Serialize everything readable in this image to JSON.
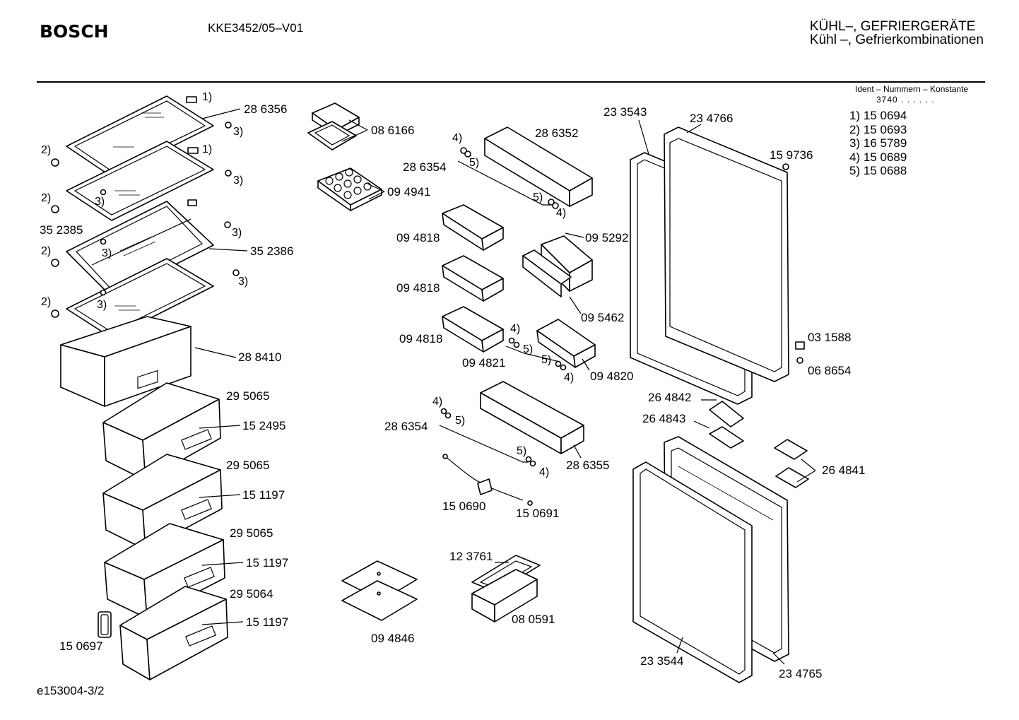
{
  "header": {
    "brand": "BOSCH",
    "model": "KKE3452/05–V01",
    "category_line1": "KÜHL–, GEFRIERGERÄTE",
    "category_line2": "Kühl –, Gefrierkombinationen"
  },
  "ident": {
    "title": "Ident – Nummern – Konstante",
    "code": "3740  .  .  .  .  .  ."
  },
  "legend": [
    {
      "key": "1)",
      "value": "15 0694"
    },
    {
      "key": "2)",
      "value": "15 0693"
    },
    {
      "key": "3)",
      "value": "16 5789"
    },
    {
      "key": "4)",
      "value": "15 0689"
    },
    {
      "key": "5)",
      "value": "15 0688"
    }
  ],
  "footer": "e153004-3/2",
  "parts": {
    "p286356": "28 6356",
    "p352385": "35 2385",
    "p352386": "35 2386",
    "p288410": "28 8410",
    "p295065a": "29 5065",
    "p152495": "15 2495",
    "p295065b": "29 5065",
    "p151197a": "15 1197",
    "p295065c": "29 5065",
    "p151197b": "15 1197",
    "p295064": "29 5064",
    "p151197c": "15 1197",
    "p150697": "15 0697",
    "p086166": "08 6166",
    "p094941": "09 4941",
    "p286352": "28 6352",
    "p286354a": "28 6354",
    "p094818a": "09 4818",
    "p094818b": "09 4818",
    "p094818c": "09 4818",
    "p095292": "09 5292",
    "p095462": "09 5462",
    "p094821": "09 4821",
    "p094820": "09 4820",
    "p286354b": "28 6354",
    "p286355": "28 6355",
    "p150690": "15 0690",
    "p150691": "15 0691",
    "p123761": "12 3761",
    "p080591": "08 0591",
    "p094846": "09 4846",
    "p233543": "23 3543",
    "p234766": "23 4766",
    "p159736": "15 9736",
    "p031588": "03 1588",
    "p068654": "06 8654",
    "p264842": "26 4842",
    "p264843": "26 4843",
    "p264841": "26 4841",
    "p233544": "23 3544",
    "p234765": "23 4765"
  },
  "refs": {
    "r1": "1)",
    "r2": "2)",
    "r3": "3)",
    "r4": "4)",
    "r5": "5)"
  }
}
